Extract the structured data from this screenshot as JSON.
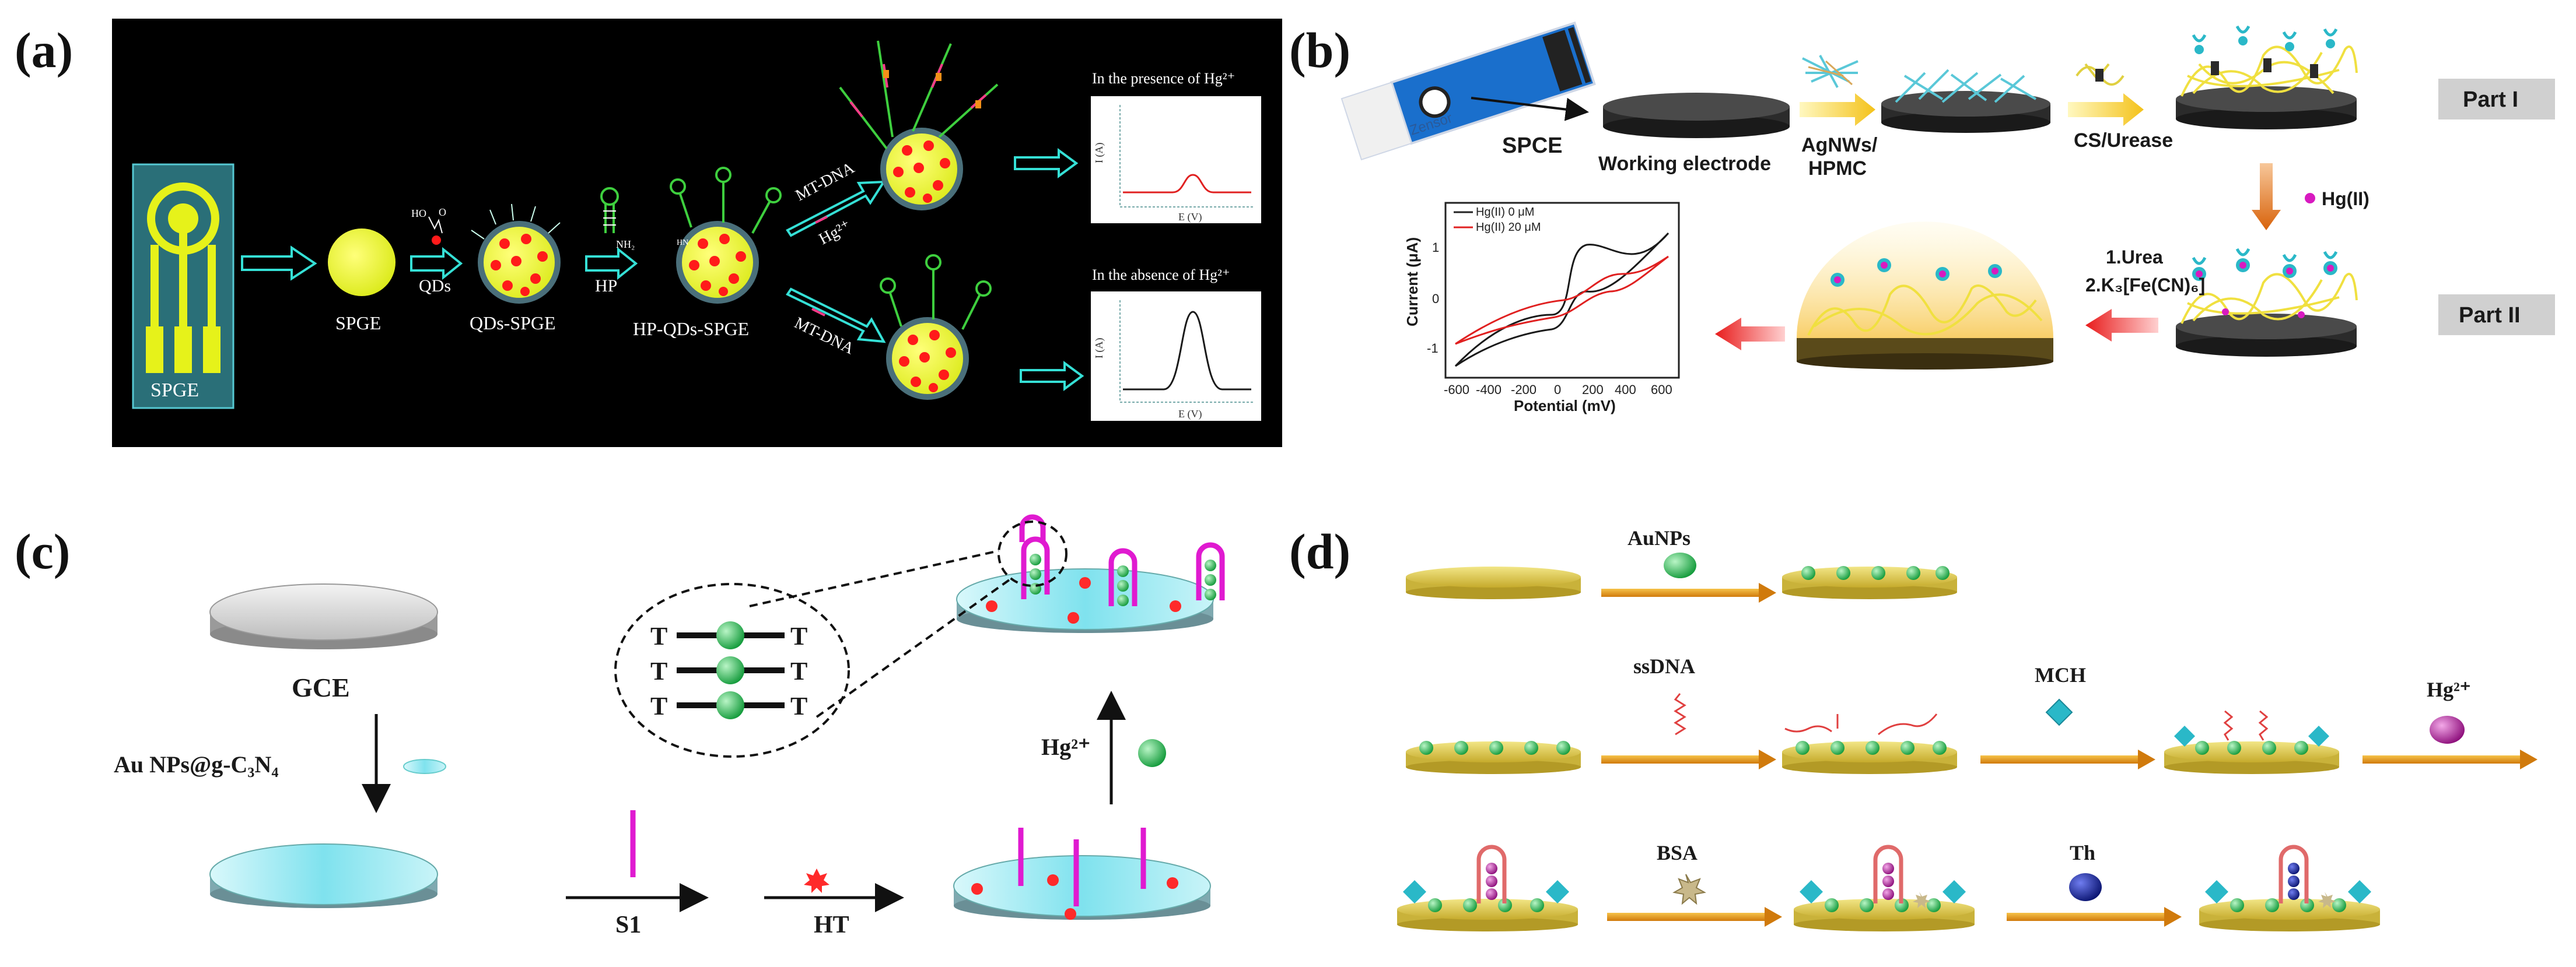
{
  "panel_labels": [
    "(a)",
    "(b)",
    "(c)",
    "(d)"
  ],
  "colors": {
    "panel_a_bg": "#000000",
    "electrode_yellow": "#e6f21a",
    "qd_red": "#ff1a1a",
    "arrow_teal": "#35e0d6",
    "probe_green": "#3ecf3e",
    "mt_pink": "#ff3b8a",
    "plot_red": "#e02020",
    "au_green": "#22b04a",
    "disk_cyan": "#8fe8f0",
    "hairpin_magenta": "#e01ad0",
    "gold_substrate": "#e6d35a",
    "orange_arrow": "#e88a12",
    "hg_purple": "#b0129a",
    "th_navy": "#0d1c8a",
    "mch_cyan": "#2ab8c8"
  },
  "panel_a": {
    "spge_chip_label": "SPGE",
    "spge_label": "SPGE",
    "qds_arrow_label": "QDs",
    "qds_spge_label": "QDs-SPGE",
    "hp_arrow_label": "HP",
    "hp_qds_spge_label": "HP-QDs-SPGE",
    "mt_dna_label_upper": "MT-DNA",
    "hg_label_upper": "Hg²⁺",
    "mt_dna_label_lower": "MT-DNA",
    "presence_title": "In the presence of Hg²⁺",
    "absence_title": "In the absence of Hg²⁺",
    "plot_ylabel": "I (A)",
    "plot_xlabel": "E (V)",
    "chem_ho": "HO",
    "chem_o": "O",
    "chem_hn": "HN",
    "chem_nh2": "NH₂"
  },
  "panel_b": {
    "spce_label": "SPCE",
    "zensor_label": "Zensor",
    "working_electrode_label": "Working electrode",
    "agnws_label_line1": "AgNWs/",
    "agnws_label_line2": "HPMC",
    "cs_urease_label": "CS/Urease",
    "part1_label": "Part I",
    "hg_label": "Hg(II)",
    "step1_label": "1.Urea",
    "step2_label": "2.K₃[Fe(CN)₆]",
    "part2_label": "Part II",
    "cv_plot": {
      "xlabel": "Potential (mV)",
      "ylabel": "Current (μA)",
      "xticks": [
        "-600",
        "-400",
        "-200",
        "0",
        "200",
        "400",
        "600"
      ],
      "yticks": [
        "1",
        "0",
        "-1"
      ],
      "legend": [
        "Hg(II) 0   μM",
        "Hg(II) 20  μM"
      ]
    }
  },
  "panel_c": {
    "gce_label": "GCE",
    "modifier_label": "Au NPs@g-C₃N₄",
    "s1_label": "S1",
    "ht_label": "HT",
    "hg_label": "Hg²⁺",
    "t_letters": [
      "T",
      "T",
      "T",
      "T",
      "T",
      "T"
    ]
  },
  "panel_d": {
    "aunps_label": "AuNPs",
    "ssdna_label": "ssDNA",
    "mch_label": "MCH",
    "hg_label": "Hg²⁺",
    "bsa_label": "BSA",
    "th_label": "Th"
  }
}
